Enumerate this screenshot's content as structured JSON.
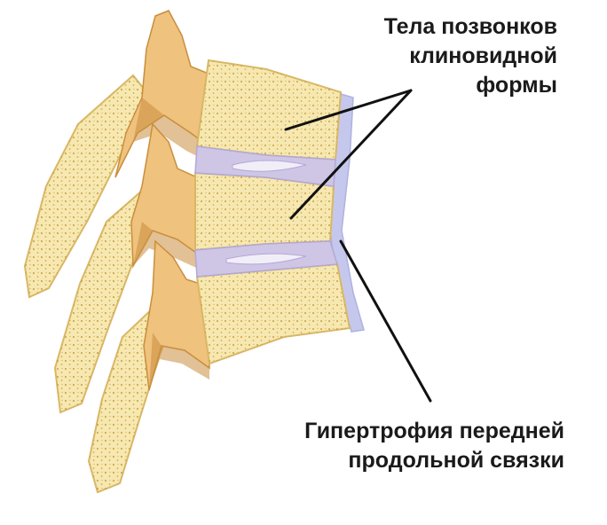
{
  "labels": {
    "wedge_vertebrae": {
      "lines": [
        "Тела позвонков",
        "клиновидной",
        "формы"
      ]
    },
    "ligament_hypertrophy": {
      "lines": [
        "Гипертрофия передней",
        "продольной связки"
      ]
    }
  },
  "colors": {
    "bone_fill": "#f6e8b0",
    "bone_outline": "#d9b766",
    "trabecular_dots": "#c49a3a",
    "posterior_process": "#efc27d",
    "posterior_shadow": "#c98e3e",
    "intervertebral_disc": "#cfc6e6",
    "nucleus": "#f2eef8",
    "anterior_ligament": "#c5c8ec",
    "leader_line": "#111111",
    "label_text": "#1a1a1a"
  }
}
